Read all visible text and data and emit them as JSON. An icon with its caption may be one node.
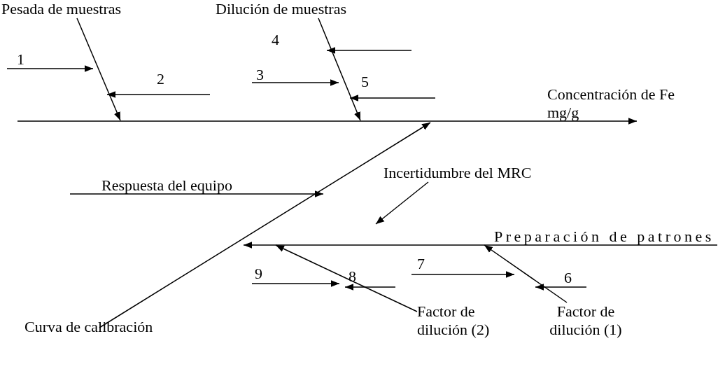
{
  "diagram": {
    "nodes": [
      {
        "text": [
          "Pesada de muestras"
        ]
      },
      {
        "text": [
          "Dilución de muestras"
        ]
      },
      {
        "text": [
          "Concentración de Fe mg/g"
        ]
      },
      {
        "text": [
          "Respuesta del equipo"
        ]
      },
      {
        "text": [
          "Incertidumbre del MRC"
        ]
      },
      {
        "text": [
          "Preparación de patrones"
        ]
      },
      {
        "text": [
          "Curva de calibración"
        ]
      },
      {
        "text": [
          "Factor de dilución (2)"
        ]
      },
      {
        "text": [
          "Factor de dilución (1)"
        ]
      }
    ],
    "edges": [
      {
        "from": null,
        "to": 2,
        "arrow": "to"
      },
      {
        "from": 0,
        "to": null,
        "arrow": "to"
      },
      {
        "from": 1,
        "to": null,
        "arrow": "to"
      },
      {
        "from": 6,
        "to": null,
        "arrow": "to"
      },
      {
        "from": 3,
        "to": null,
        "arrow": "to"
      },
      {
        "from": 4,
        "to": null,
        "arrow": "to"
      },
      {
        "from": 5,
        "to": null,
        "arrow": "to"
      },
      {
        "from": 7,
        "to": null,
        "arrow": "to"
      },
      {
        "from": 8,
        "to": 5,
        "arrow": "to"
      }
    ],
    "labels": [
      "1",
      "4",
      "3",
      "2",
      "5",
      "9",
      "8",
      "7",
      "6"
    ]
  }
}
